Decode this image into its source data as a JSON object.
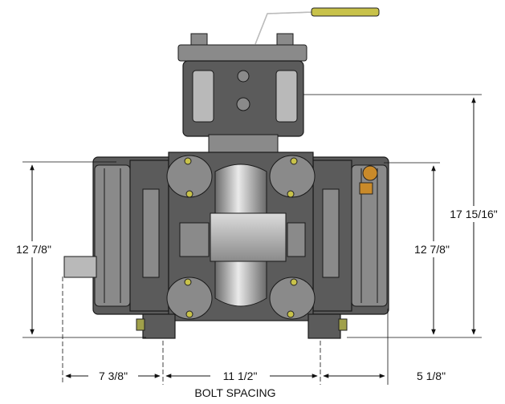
{
  "dimensions": {
    "height_left": "12 7/8\"",
    "height_right": "12 7/8\"",
    "height_total": "17 15/16\"",
    "offset_left": "7 3/8\"",
    "bolt_spacing": "11 1/2\"",
    "offset_right": "5 1/8\"",
    "bolt_spacing_label": "BOLT SPACING"
  },
  "colors": {
    "body_dark": "#5b5b5b",
    "body_mid": "#8a8a8a",
    "body_light": "#b9b9b9",
    "handle_grip": "#c8c24a",
    "mount_bolt": "#a0a04a",
    "gear_accent": "#c98a2a"
  }
}
